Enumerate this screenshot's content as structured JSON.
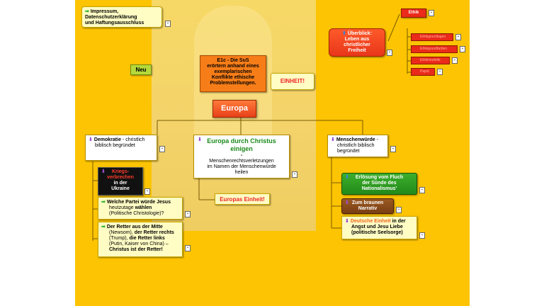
{
  "impressum": {
    "arrow": "➡",
    "line1": "Impressum,",
    "line2": "Datenschutzerklärung",
    "line3": "und Haftungsausschluss"
  },
  "neu": {
    "label": "Neu"
  },
  "e1c": {
    "l1": "E1c - Die SuS",
    "l2": "erörtern anhand eines",
    "l3": "exemplarischen",
    "l4": "Konflikte ethische",
    "l5": "Problemstellungen."
  },
  "einheit": {
    "label": "EINHEIT!"
  },
  "europa": {
    "label": "Europa"
  },
  "ueberblick": {
    "arrow": "⬆",
    "l1": "Überblick:",
    "l2": "Leben aus",
    "l3": "christlicher",
    "l4": "Freiheit"
  },
  "ethik": {
    "label": "Ethik"
  },
  "small_red": [
    "Ethikgrundlagen",
    "Ethikgrundfarben",
    "Ethikmodelle",
    "Papst"
  ],
  "demokratie": {
    "bold": "Demokratie",
    "rest": " - christlich",
    "l2": "biblisch begründet"
  },
  "durch_christus": {
    "l1": "Europa durch Christus",
    "l2": "einigen",
    "l3": "-",
    "l4": "Menschenrechtsverletzungen",
    "l5": "im Namen der Menschenwürde",
    "l6": "heilen"
  },
  "europas_einheit": {
    "label": "Europas Einheit!"
  },
  "menschenwuerde": {
    "bold": "Menschenwürde",
    "rest": " -",
    "l2": "christlich biblisch",
    "l3": "begründet"
  },
  "ukraine": {
    "l1": "Kriegs-",
    "l2": "verbrechen",
    "l3": "in der",
    "l4": "Ukraine"
  },
  "partei": {
    "bold1": "Welche Partei würde Jesus",
    "l2": "heutzutage ",
    "bold2": "wählen",
    "l3": "(Politische Christologie)?"
  },
  "retter": {
    "bold1": "Der Retter aus der Mitte",
    "l2a": "(Newsom), ",
    "bold2": "der Retter rechts",
    "l3a": "(Trump), ",
    "bold3": "die Retter links",
    "l4": "(Putin, Kaiser von China) –",
    "bold4": "Christus ist der Retter!"
  },
  "erloesung": {
    "l1": "Erlösung vom Fluch",
    "l2": "der Sünde des",
    "l3": "Nationalismus'"
  },
  "braun": {
    "l1": "Zum braunen",
    "l2": "Narrativ"
  },
  "deutsche": {
    "colored": "Deutsche Einheit",
    "rest": " in der",
    "l2": "Angst und Jesu Liebe",
    "l3": "(politische Seelsorge)"
  },
  "colors": {
    "background": "#fcc402",
    "red_node": "#f04a18",
    "green_node": "#2e9a1e",
    "brown_node": "#8a4a1a",
    "black_node": "#111111"
  }
}
